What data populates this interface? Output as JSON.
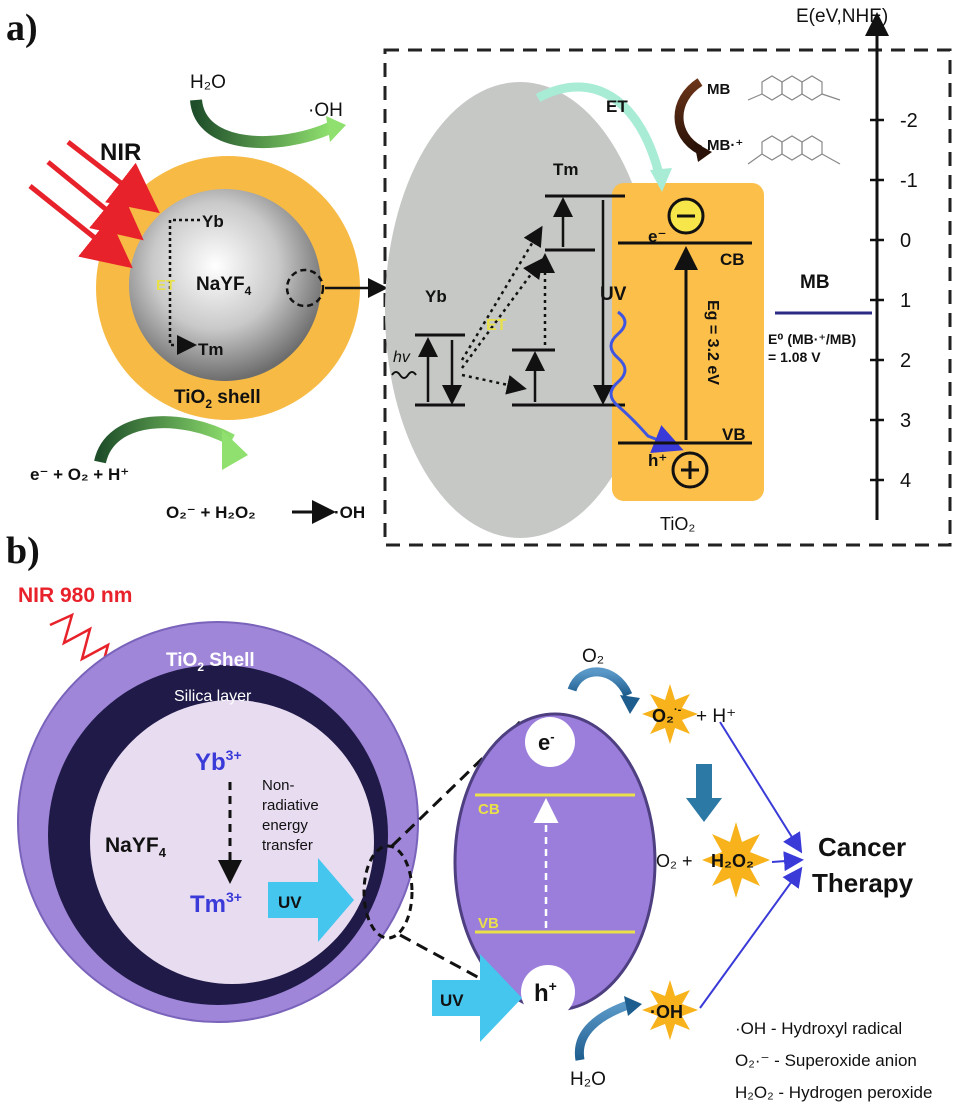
{
  "panel_a": {
    "label": "a)",
    "nir": "NIR",
    "h2o_top": "H₂O",
    "oh_top": "·OH",
    "yb_core": "Yb",
    "et_core": "ET",
    "core_label": "NaYF",
    "core_sub": "4",
    "tm_core": "Tm",
    "shell_label": "TiO",
    "shell_sub": "2",
    "shell_suffix": " shell",
    "eq1": "e⁻ + O₂ + H⁺",
    "eq2": "O₂⁻ + H₂O₂",
    "eq2_product": "·OH",
    "et_top": "ET",
    "mb_top": "MB",
    "mb_radical": "MB·⁺",
    "tm_levels": "Tm",
    "yb_levels": "Yb",
    "hv": "hv",
    "et_levels": "ET",
    "uv": "UV",
    "electron": "e⁻",
    "cb": "CB",
    "vb": "VB",
    "hole": "h⁺",
    "eg": "Eg = 3.2 eV",
    "tio2_bottom": "TiO₂",
    "mb_right": "MB",
    "e0_line1": "E⁰ (MB·⁺/MB)",
    "e0_line2": "= 1.08 V",
    "axis_title": "E(eV,NHE)",
    "axis_ticks": [
      "-2",
      "-1",
      "0",
      "1",
      "2",
      "3",
      "4"
    ]
  },
  "panel_b": {
    "label": "b)",
    "nir": "NIR 980 nm",
    "shell": "TiO",
    "shell_sub": "2",
    "shell_suffix": " Shell",
    "silica": "Silica layer",
    "yb": "Yb",
    "yb_sup": "3+",
    "core": "NaYF",
    "core_sub": "4",
    "transfer": [
      "Non-",
      "radiative",
      "energy",
      "transfer"
    ],
    "tm": "Tm",
    "tm_sup": "3+",
    "uv1": "UV",
    "uv2": "UV",
    "electron": "e",
    "electron_sup": "-",
    "cb": "CB",
    "vb": "VB",
    "hole": "h",
    "hole_sup": "+",
    "o2_top": "O₂",
    "o2_radical": "O₂",
    "o2_radical_sup": "·-",
    "plus_h": "+ H⁺",
    "o2_mid": "O₂ +",
    "h2o2": "H₂O₂",
    "oh_radical": "·OH",
    "h2o_bottom": "H₂O",
    "cancer_line1": "Cancer",
    "cancer_line2": "Therapy",
    "legend": [
      "·OH  - Hydroxyl radical",
      "O₂·⁻  - Superoxide anion",
      "H₂O₂ - Hydrogen peroxide"
    ]
  },
  "colors": {
    "orange_shell": "#f7bb45",
    "tio2_box": "#fbbf4a",
    "gray_ellipse": "#c6c8c6",
    "purple_shell": "#9f86d8",
    "purple_ellipse": "#9b7ddb",
    "dark_ring": "#1f1a47",
    "core_lilac": "#e8dcf1",
    "nir_red": "#e8222a",
    "blue_text": "#3a3ad8",
    "cyan_arrow": "#45c6ee",
    "yellow_line": "#e9e04a",
    "star": "#f7b21c"
  }
}
